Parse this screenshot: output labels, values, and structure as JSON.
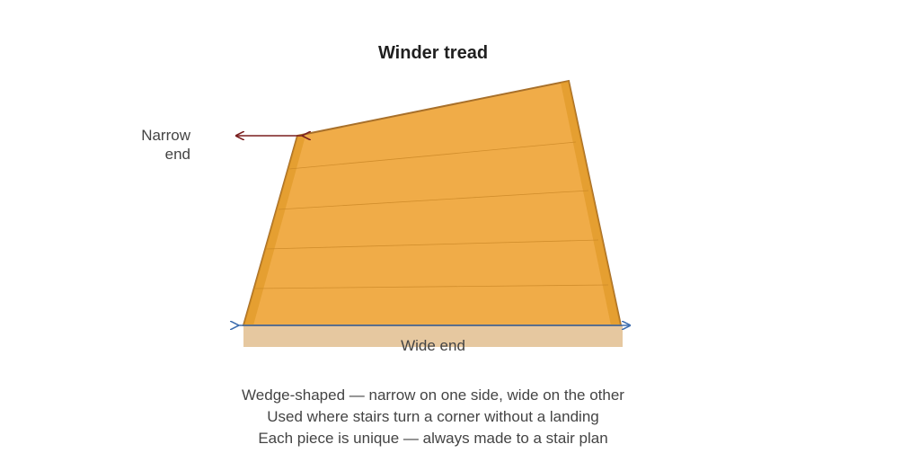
{
  "title": "Winder tread",
  "labels": {
    "narrow_end_line1": "Narrow",
    "narrow_end_line2": "end",
    "wide_end": "Wide end"
  },
  "notes": [
    "Wedge-shaped — narrow on one side, wide on the other",
    "Used where stairs turn a corner without a landing",
    "Each piece is unique — always made to a stair plan"
  ],
  "colors": {
    "tread_fill": "#f0ac48",
    "tread_edge": "#a8702a",
    "tread_side_shade": "#dd951f",
    "base_strip": "#e6c8a0",
    "narrow_arrow": "#7a1f1f",
    "wide_arrow": "#3f6fb0"
  }
}
